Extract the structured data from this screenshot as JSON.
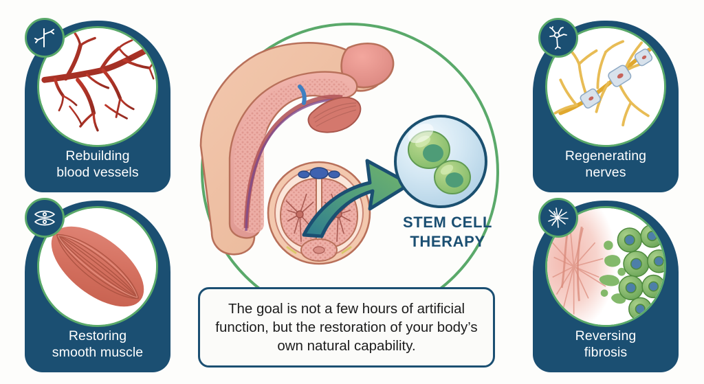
{
  "theme": {
    "background": "#fdfdfb",
    "navy": "#1b4f72",
    "green": "#5aa96a",
    "text_light": "#ffffff",
    "quote_text": "#1c1c1c"
  },
  "cards": [
    {
      "id": "rebuilding-blood-vessels",
      "label": "Rebuilding\nblood vessels",
      "position": "top-left",
      "badge_icon": "blood-vessel-branch-icon",
      "image_name": "blood-vessel-network-illustration"
    },
    {
      "id": "regenerating-nerves",
      "label": "Regenerating\nnerves",
      "position": "top-right",
      "badge_icon": "neuron-icon",
      "image_name": "myelinated-nerve-fiber-illustration"
    },
    {
      "id": "restoring-smooth-muscle",
      "label": "Restoring\nsmooth muscle",
      "position": "bottom-left",
      "badge_icon": "smooth-muscle-cells-icon",
      "image_name": "muscle-bundle-illustration"
    },
    {
      "id": "reversing-fibrosis",
      "label": "Reversing\nfibrosis",
      "position": "bottom-right",
      "badge_icon": "fibrosis-scar-icon",
      "image_name": "fibrotic-tissue-with-stem-cells-illustration"
    }
  ],
  "center": {
    "circle_name": "center-green-circle",
    "anatomy_image": "penile-anatomy-cross-section-illustration",
    "arrow_name": "transformation-arrow",
    "stem_cell_name": "stem-cell-sphere",
    "therapy_label": "STEM CELL\nTHERAPY"
  },
  "quote": {
    "text": "The goal is not a few hours of artificial function, but the restoration of your body’s own natural capability."
  }
}
